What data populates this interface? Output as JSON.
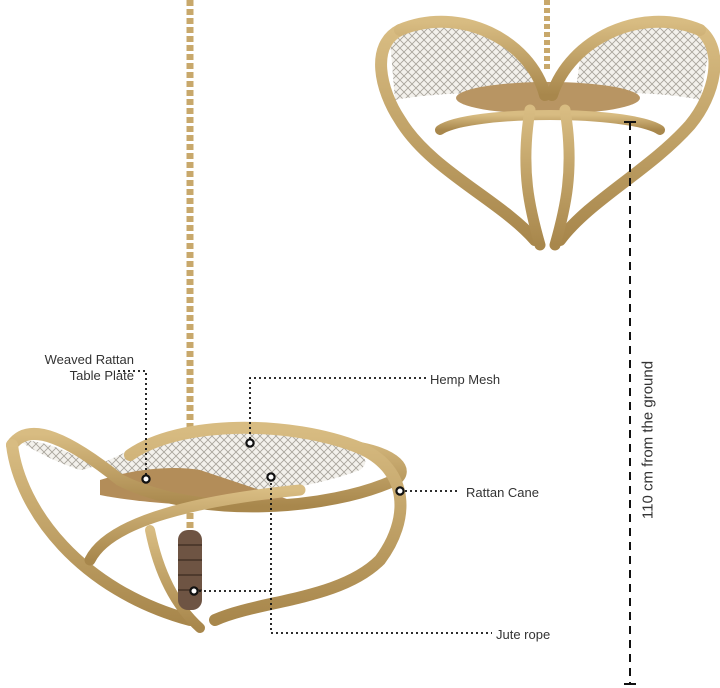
{
  "labels": {
    "weaved_line1": "Weaved Rattan",
    "weaved_line2": "Table Plate",
    "hemp_mesh": "Hemp Mesh",
    "rattan_cane": "Rattan Cane",
    "jute_rope": "Jute rope",
    "height": "110 cm from the ground"
  },
  "colors": {
    "rattan": "#c8a86b",
    "rattan_dark": "#9e7f45",
    "mesh": "#d9d6cf",
    "jute": "#6e5443",
    "annotation": "#111111"
  }
}
